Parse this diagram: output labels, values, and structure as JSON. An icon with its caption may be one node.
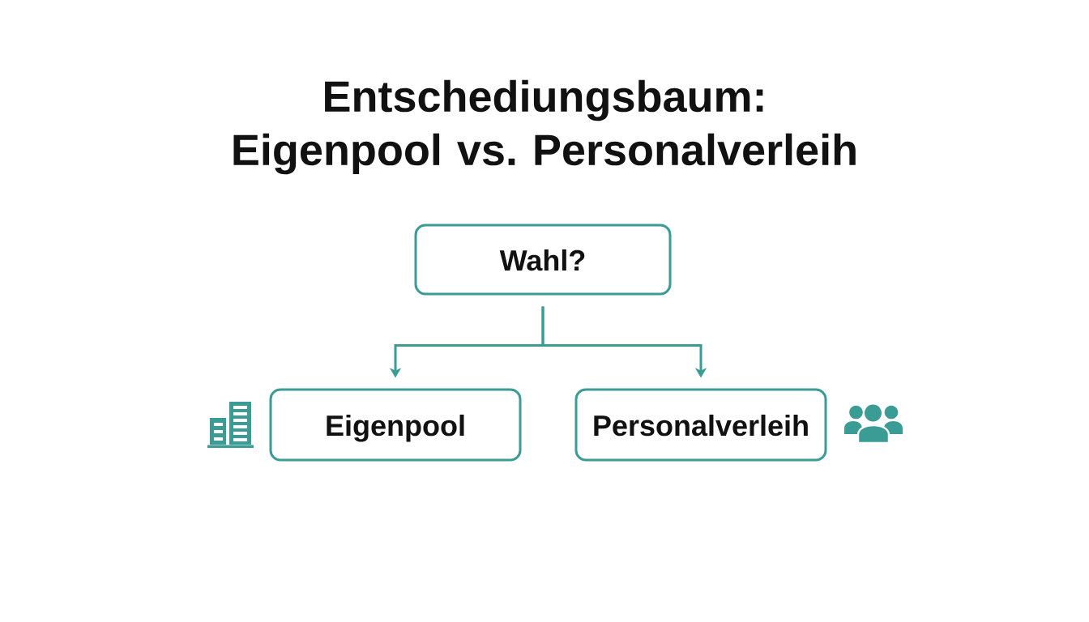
{
  "diagram": {
    "title": "Entschediungsbaum: Eigenpool vs. Personalverleih",
    "nodes": [
      {
        "text": [
          "Wahl?"
        ]
      },
      {
        "text": [
          "Eigenpool"
        ]
      },
      {
        "text": [
          "Personalverleih"
        ]
      }
    ],
    "edges": [
      {
        "from": 0,
        "to": 1,
        "arrow": "to"
      },
      {
        "from": 0,
        "to": 2,
        "arrow": "to"
      }
    ]
  }
}
